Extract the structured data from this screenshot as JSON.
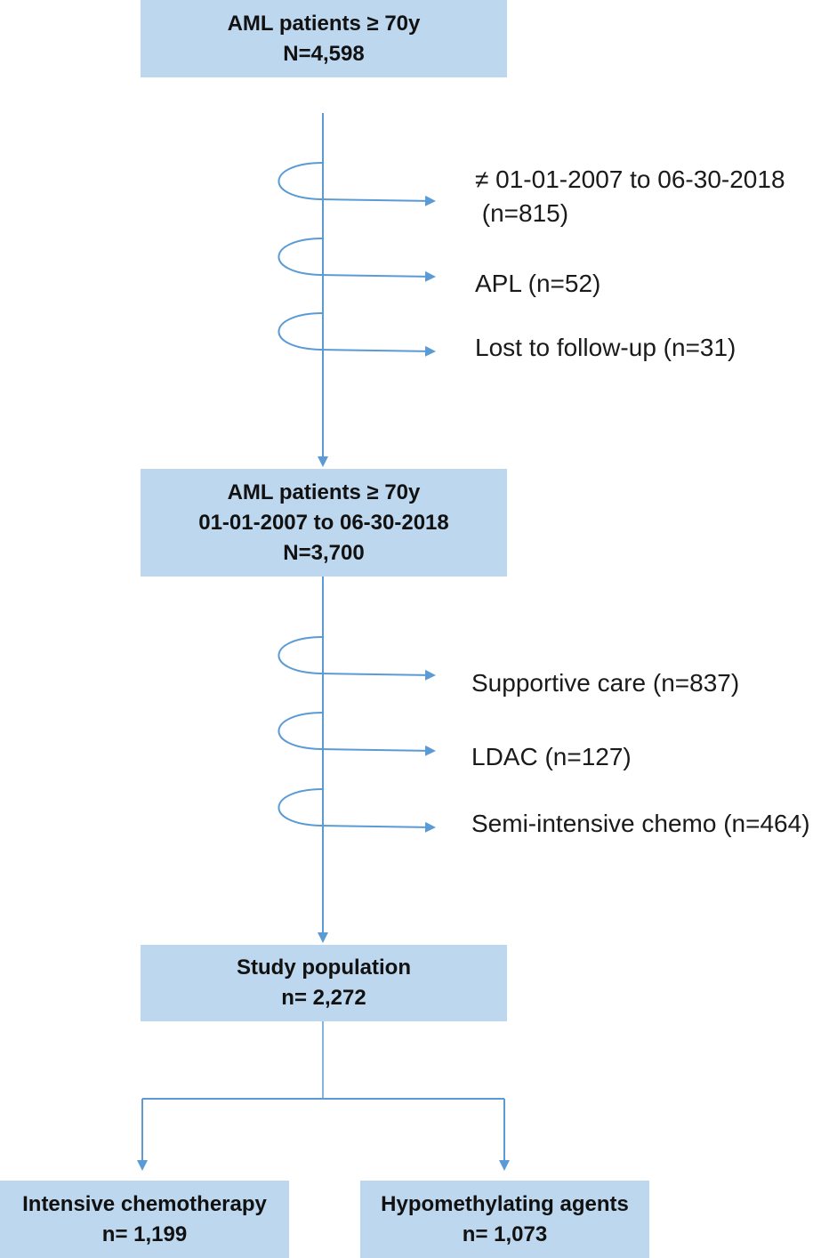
{
  "colors": {
    "box_fill": "#bdd7ee",
    "arrow": "#5b9bd5",
    "text": "#111111"
  },
  "boxes": {
    "start": {
      "line1": "AML patients ≥ 70y",
      "line2": "N=4,598"
    },
    "period": {
      "line1": "AML patients ≥ 70y",
      "line2": "01-01-2007 to 06-30-2018",
      "line3": "N=3,700"
    },
    "study": {
      "line1": "Study population",
      "line2": "n= 2,272"
    },
    "intensive": {
      "line1": "Intensive chemotherapy",
      "line2": "n= 1,199"
    },
    "hma": {
      "line1": "Hypomethylating agents",
      "line2": "n= 1,073"
    }
  },
  "exclusions_1": [
    {
      "line1": "≠ 01-01-2007 to 06-30-2018",
      "line2": " (n=815)"
    },
    {
      "line1": "APL (n=52)"
    },
    {
      "line1": "Lost to follow-up (n=31)"
    }
  ],
  "exclusions_2": [
    {
      "line1": "Supportive care (n=837)"
    },
    {
      "line1": "LDAC (n=127)"
    },
    {
      "line1": "Semi-intensive chemo (n=464)"
    }
  ]
}
